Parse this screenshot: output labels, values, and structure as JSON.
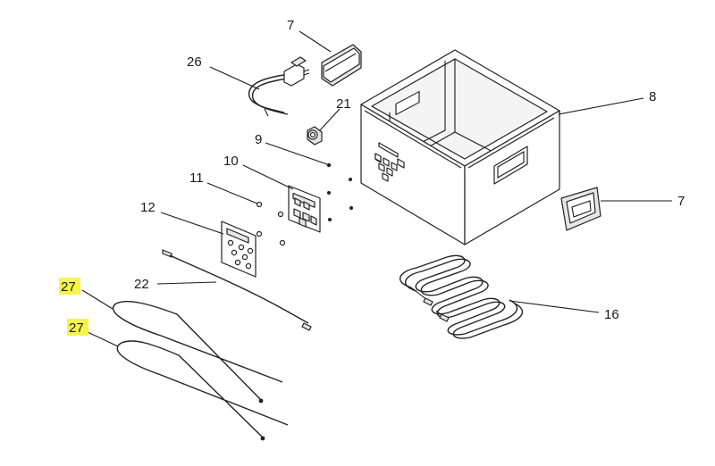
{
  "callouts": {
    "c7a": "7",
    "c26": "26",
    "c21": "21",
    "c8": "8",
    "c9": "9",
    "c10": "10",
    "c11": "11",
    "c12": "12",
    "c7b": "7",
    "c22": "22",
    "c27a": "27",
    "c27b": "27",
    "c16": "16"
  },
  "colors": {
    "highlight": "#f5f54a",
    "line": "#1a1a1a"
  }
}
